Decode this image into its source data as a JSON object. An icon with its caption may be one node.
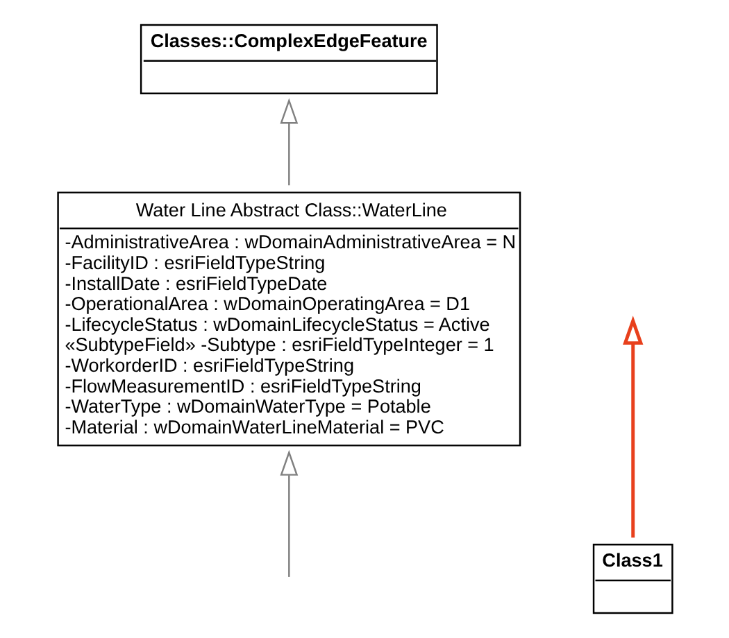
{
  "diagram": {
    "nodes": [
      {
        "text": [
          "Classes::ComplexEdgeFeature"
        ]
      },
      {
        "text": [
          "Water Line Abstract Class::WaterLine",
          "-AdministrativeArea : wDomainAdministrativeArea = N",
          "-FacilityID : esriFieldTypeString",
          "-InstallDate : esriFieldTypeDate",
          "-OperationalArea : wDomainOperatingArea = D1",
          "-LifecycleStatus : wDomainLifecycleStatus = Active",
          "«SubtypeField» -Subtype : esriFieldTypeInteger = 1",
          "-WorkorderID : esriFieldTypeString",
          "-FlowMeasurementID : esriFieldTypeString",
          "-WaterType : wDomainWaterType = Potable",
          "-Material : wDomainWaterLineMaterial = PVC"
        ]
      },
      {
        "text": [
          "Class1"
        ]
      }
    ],
    "edges": [
      {
        "from": 1,
        "to": 0,
        "arrow": "to"
      },
      {
        "from": null,
        "to": 1,
        "arrow": "to"
      },
      {
        "from": 2,
        "to": null,
        "arrow": "to",
        "color": "#e8401c"
      }
    ]
  }
}
